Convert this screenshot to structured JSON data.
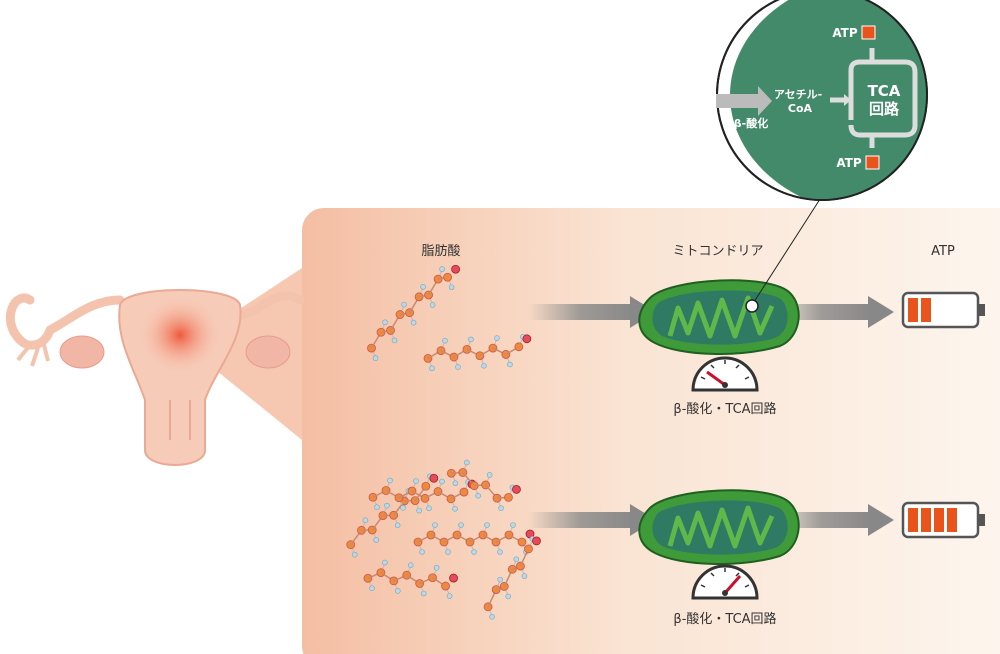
{
  "labels": {
    "fatty_acid": "脂肪酸",
    "mitochondria": "ミトコンドリア",
    "atp": "ATP",
    "pathway_row1": "β-酸化・TCA回路",
    "pathway_row2": "β-酸化・TCA回路"
  },
  "inset": {
    "acetyl_coa_line1": "アセチル-",
    "acetyl_coa_line2": "CoA",
    "beta_oxidation": "β-酸化",
    "tca_line1": "TCA",
    "tca_line2": "回路",
    "atp_top": "ATP",
    "atp_bottom": "ATP"
  },
  "rows": [
    {
      "atp_level": 2,
      "atp_max": 5,
      "gauge_level": "low"
    },
    {
      "atp_level": 4,
      "atp_max": 5,
      "gauge_level": "high"
    }
  ],
  "colors": {
    "mito_green": "#3f9a3a",
    "inset_green": "#3e8a6a",
    "atp_orange": "#e8541c",
    "atom_orange": "#ee8a3c",
    "panel_left": "#f4bea3",
    "panel_right": "#fdf5ee"
  }
}
